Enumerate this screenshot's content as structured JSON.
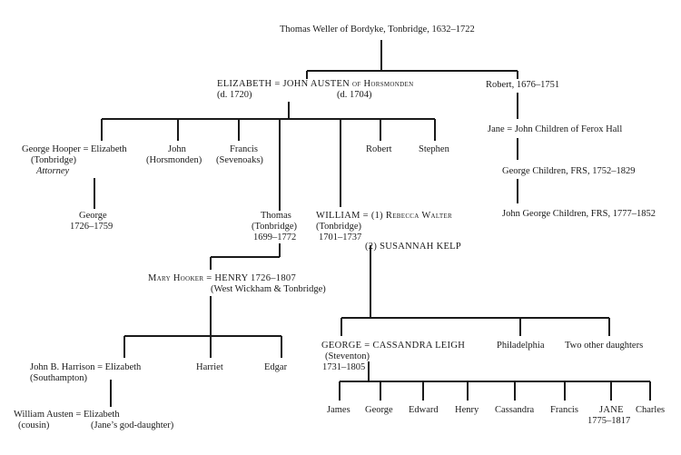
{
  "tree": {
    "root": "Thomas Weller of Bordyke, Tonbridge, 1632–1722",
    "elizabeth_john": "ELIZABETH = JOHN AUSTEN of Horsmonden",
    "elizabeth_death": "(d. 1720)",
    "john_death": "(d. 1704)",
    "robert_1676": "Robert, 1676–1751",
    "jane_john_children": "Jane = John Children of Ferox Hall",
    "george_children": "George Children, FRS, 1752–1829",
    "john_george_children": "John George Children, FRS, 1777–1852",
    "george_hooper_elizabeth": "George Hooper = Elizabeth",
    "tonbridge_1": "(Tonbridge)",
    "attorney": "Attorney",
    "john": "John",
    "horsmonden": "(Horsmonden)",
    "francis": "Francis",
    "sevenoaks": "(Sevenoaks)",
    "robert": "Robert",
    "stephen": "Stephen",
    "george_hooper_son": "George",
    "george_hooper_son_dates": "1726–1759",
    "thomas": "Thomas",
    "thomas_tonbridge": "(Tonbridge)",
    "thomas_dates": "1699–1772",
    "william_rebecca": "WILLIAM = (1) Rebecca Walter",
    "william_tonbridge": "(Tonbridge)",
    "william_dates": "1701–1737",
    "susannah_kelp": "(2) SUSANNAH KELP",
    "mary_hooker_henry": "Mary Hooker = HENRY 1726–1807",
    "henry_place": "(West Wickham & Tonbridge)",
    "harrison_elizabeth": "John B. Harrison = Elizabeth",
    "southampton": "(Southampton)",
    "harriet": "Harriet",
    "edgar": "Edgar",
    "william_austen_elizabeth": "William Austen = Elizabeth",
    "cousin": "(cousin)",
    "gods_daughter": "(Jane’s god-daughter)",
    "george_cassandra": "GEORGE = CASSANDRA LEIGH",
    "steventon": "(Steventon)",
    "george_dates": "1731–1805",
    "philadelphia": "Philadelphia",
    "two_other_daughters": "Two other daughters",
    "children": {
      "james": "James",
      "george": "George",
      "edward": "Edward",
      "henry": "Henry",
      "cassandra": "Cassandra",
      "francis": "Francis",
      "jane": "JANE",
      "jane_dates": "1775–1817",
      "charles": "Charles"
    }
  }
}
